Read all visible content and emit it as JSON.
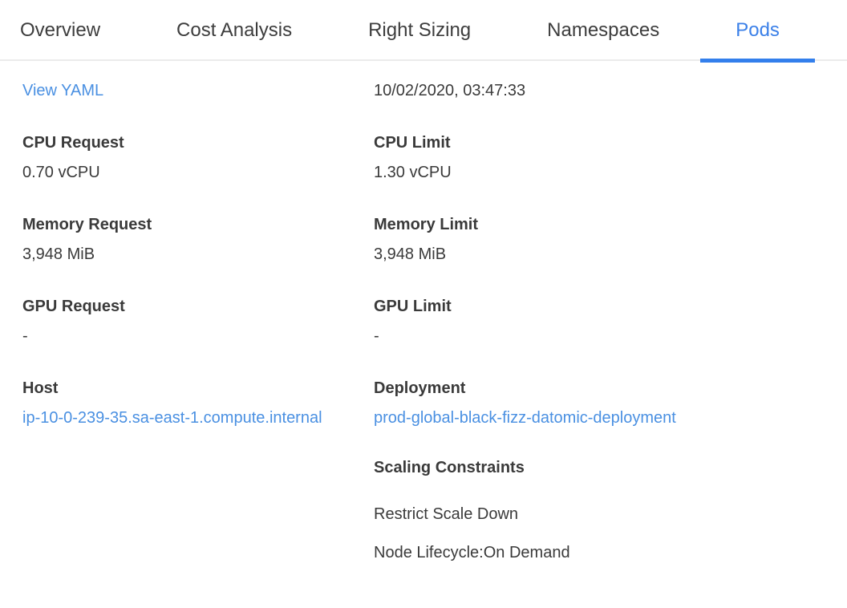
{
  "tabs": [
    {
      "label": "Overview",
      "active": false
    },
    {
      "label": "Cost Analysis",
      "active": false
    },
    {
      "label": "Right Sizing",
      "active": false
    },
    {
      "label": "Namespaces",
      "active": false
    },
    {
      "label": "Pods",
      "active": true
    }
  ],
  "details": {
    "view_yaml_label": "View YAML",
    "timestamp": "10/02/2020, 03:47:33",
    "fields_left": [
      {
        "label": "CPU Request",
        "value": "0.70 vCPU"
      },
      {
        "label": "Memory Request",
        "value": "3,948 MiB"
      },
      {
        "label": "GPU Request",
        "value": "-"
      }
    ],
    "fields_right": [
      {
        "label": "CPU Limit",
        "value": "1.30 vCPU"
      },
      {
        "label": "Memory Limit",
        "value": "3,948 MiB"
      },
      {
        "label": "GPU Limit",
        "value": "-"
      }
    ],
    "host": {
      "label": "Host",
      "value": "ip-10-0-239-35.sa-east-1.compute.internal"
    },
    "deployment": {
      "label": "Deployment",
      "value": "prod-global-black-fizz-datomic-deployment"
    },
    "scaling": {
      "label": "Scaling Constraints",
      "constraints": [
        "Restrict Scale Down",
        "Node Lifecycle:On Demand"
      ]
    }
  },
  "colors": {
    "active_tab": "#3b80e8",
    "tab_underline": "#337fec",
    "link": "#4a90e2",
    "text": "#3a3a3a",
    "separator": "#ebebeb"
  }
}
